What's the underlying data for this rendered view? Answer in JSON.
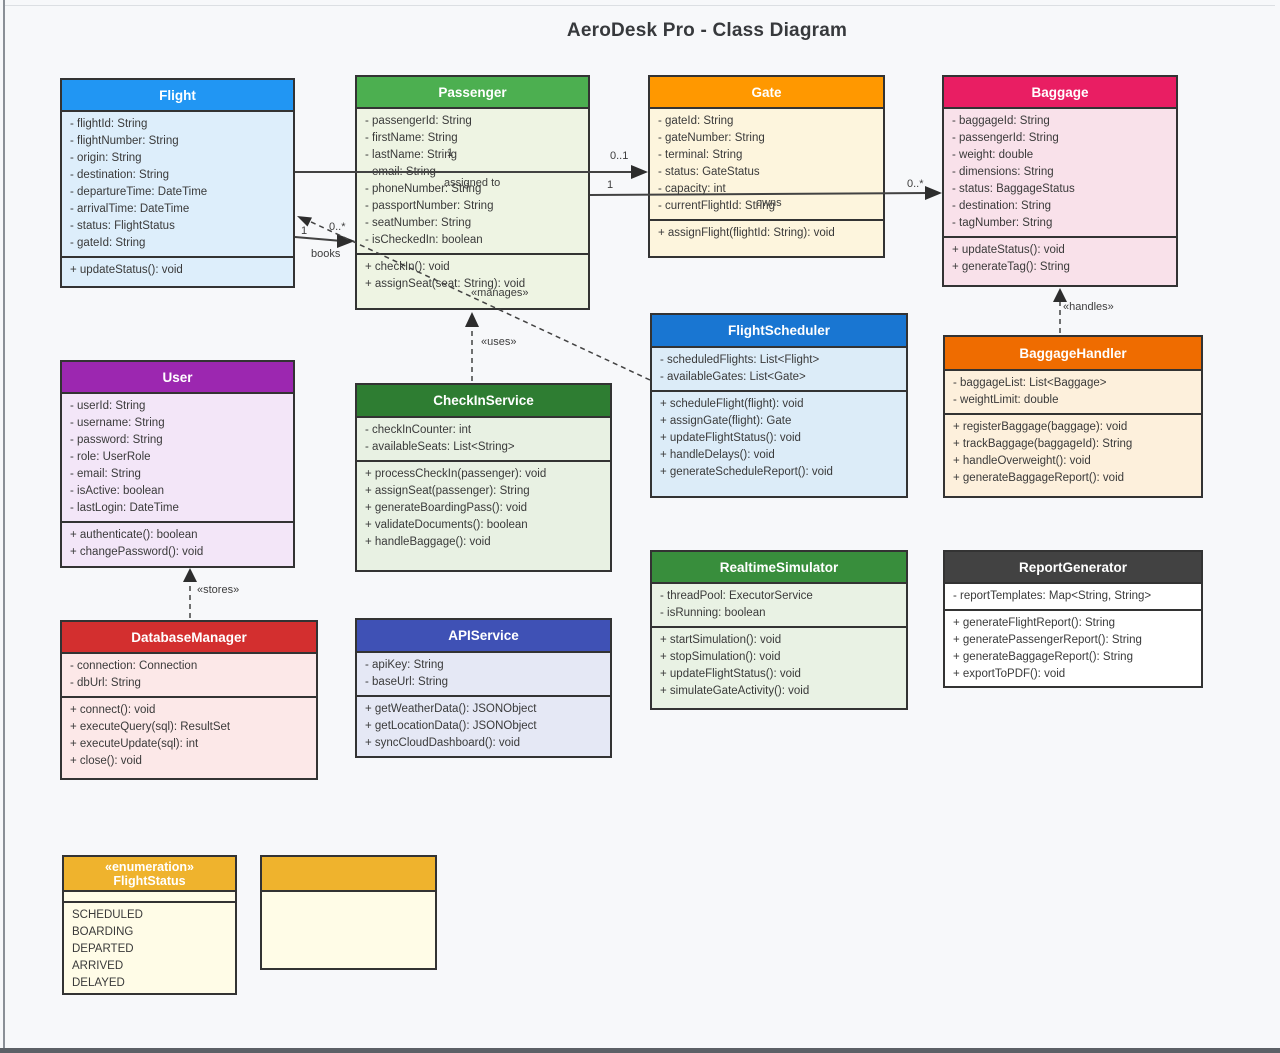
{
  "title": "AeroDesk Pro - Class Diagram",
  "classes": {
    "flight": {
      "name": "Flight",
      "attributes": [
        "- flightId: String",
        "- flightNumber: String",
        "- origin: String",
        "- destination: String",
        "- departureTime: DateTime",
        "- arrivalTime: DateTime",
        "- status: FlightStatus",
        "- gateId: String"
      ],
      "methods": [
        "+ updateStatus(): void"
      ]
    },
    "passenger": {
      "name": "Passenger",
      "attributes": [
        "- passengerId: String",
        "- firstName: String",
        "- lastName: String",
        "- email: String",
        "- phoneNumber: String",
        "- passportNumber: String",
        "- seatNumber: String",
        "- isCheckedIn: boolean"
      ],
      "methods": [
        "+ checkIn(): void",
        "+ assignSeat(seat: String): void"
      ]
    },
    "gate": {
      "name": "Gate",
      "attributes": [
        "- gateId: String",
        "- gateNumber: String",
        "- terminal: String",
        "- status: GateStatus",
        "- capacity: int",
        "- currentFlightId: String"
      ],
      "methods": [
        "+ assignFlight(flightId: String): void"
      ]
    },
    "baggage": {
      "name": "Baggage",
      "attributes": [
        "- baggageId: String",
        "- passengerId: String",
        "- weight: double",
        "- dimensions: String",
        "- status: BaggageStatus",
        "- destination: String",
        "- tagNumber: String"
      ],
      "methods": [
        "+ updateStatus(): void",
        "+ generateTag(): String"
      ]
    },
    "user": {
      "name": "User",
      "attributes": [
        "- userId: String",
        "- username: String",
        "- password: String",
        "- role: UserRole",
        "- email: String",
        "- isActive: boolean",
        "- lastLogin: DateTime"
      ],
      "methods": [
        "+ authenticate(): boolean",
        "+ changePassword(): void"
      ]
    },
    "checkin_service": {
      "name": "CheckInService",
      "attributes": [
        "- checkInCounter: int",
        "- availableSeats: List<String>"
      ],
      "methods": [
        "+ processCheckIn(passenger): void",
        "+ assignSeat(passenger): String",
        "+ generateBoardingPass(): void",
        "+ validateDocuments(): boolean",
        "+ handleBaggage(): void"
      ]
    },
    "flight_scheduler": {
      "name": "FlightScheduler",
      "attributes": [
        "- scheduledFlights: List<Flight>",
        "- availableGates: List<Gate>"
      ],
      "methods": [
        "+ scheduleFlight(flight): void",
        "+ assignGate(flight): Gate",
        "+ updateFlightStatus(): void",
        "+ handleDelays(): void",
        "+ generateScheduleReport(): void"
      ]
    },
    "baggage_handler": {
      "name": "BaggageHandler",
      "attributes": [
        "- baggageList: List<Baggage>",
        "- weightLimit: double"
      ],
      "methods": [
        "+ registerBaggage(baggage): void",
        "+ trackBaggage(baggageId): String",
        "+ handleOverweight(): void",
        "+ generateBaggageReport(): void"
      ]
    },
    "database_manager": {
      "name": "DatabaseManager",
      "attributes": [
        "- connection: Connection",
        "- dbUrl: String"
      ],
      "methods": [
        "+ connect(): void",
        "+ executeQuery(sql): ResultSet",
        "+ executeUpdate(sql): int",
        "+ close(): void"
      ]
    },
    "api_service": {
      "name": "APIService",
      "attributes": [
        "- apiKey: String",
        "- baseUrl: String"
      ],
      "methods": [
        "+ getWeatherData(): JSONObject",
        "+ getLocationData(): JSONObject",
        "+ syncCloudDashboard(): void"
      ]
    },
    "realtime_simulator": {
      "name": "RealtimeSimulator",
      "attributes": [
        "- threadPool: ExecutorService",
        "- isRunning: boolean"
      ],
      "methods": [
        "+ startSimulation(): void",
        "+ stopSimulation(): void",
        "+ updateFlightStatus(): void",
        "+ simulateGateActivity(): void"
      ]
    },
    "report_generator": {
      "name": "ReportGenerator",
      "attributes": [
        "- reportTemplates: Map<String, String>"
      ],
      "methods": [
        "+ generateFlightReport(): String",
        "+ generatePassengerReport(): String",
        "+ generateBaggageReport(): String",
        "+ exportToPDF(): void"
      ]
    }
  },
  "enums": {
    "flight_status": {
      "stereotype": "«enumeration»",
      "name": "FlightStatus",
      "values": [
        "SCHEDULED",
        "BOARDING",
        "DEPARTED",
        "ARRIVED",
        "DELAYED"
      ]
    }
  },
  "relations": {
    "assigned_to": {
      "label": "assigned to",
      "source_mult": "1",
      "target_mult": "0..1"
    },
    "books": {
      "label": "books",
      "source_mult": "1",
      "target_mult": "0..*"
    },
    "owns": {
      "label": "owns",
      "source_mult": "1",
      "target_mult": "0..*"
    },
    "uses": {
      "label": "«uses»"
    },
    "manages": {
      "label": "«manages»"
    },
    "handles": {
      "label": "«handles»"
    },
    "stores": {
      "label": "«stores»"
    }
  },
  "colors": {
    "flight": "#2196f3",
    "passenger": "#4caf50",
    "gate": "#ff9800",
    "baggage": "#e91e63",
    "user": "#9c27b0",
    "checkin_service": "#2e7d32",
    "flight_scheduler": "#1976d2",
    "baggage_handler": "#ef6c00",
    "database_manager": "#d32f2f",
    "api_service": "#3f51b5",
    "realtime_simulator": "#388e3c",
    "report_generator": "#424242",
    "enumeration": "#efb32d",
    "connector": "#424242"
  }
}
